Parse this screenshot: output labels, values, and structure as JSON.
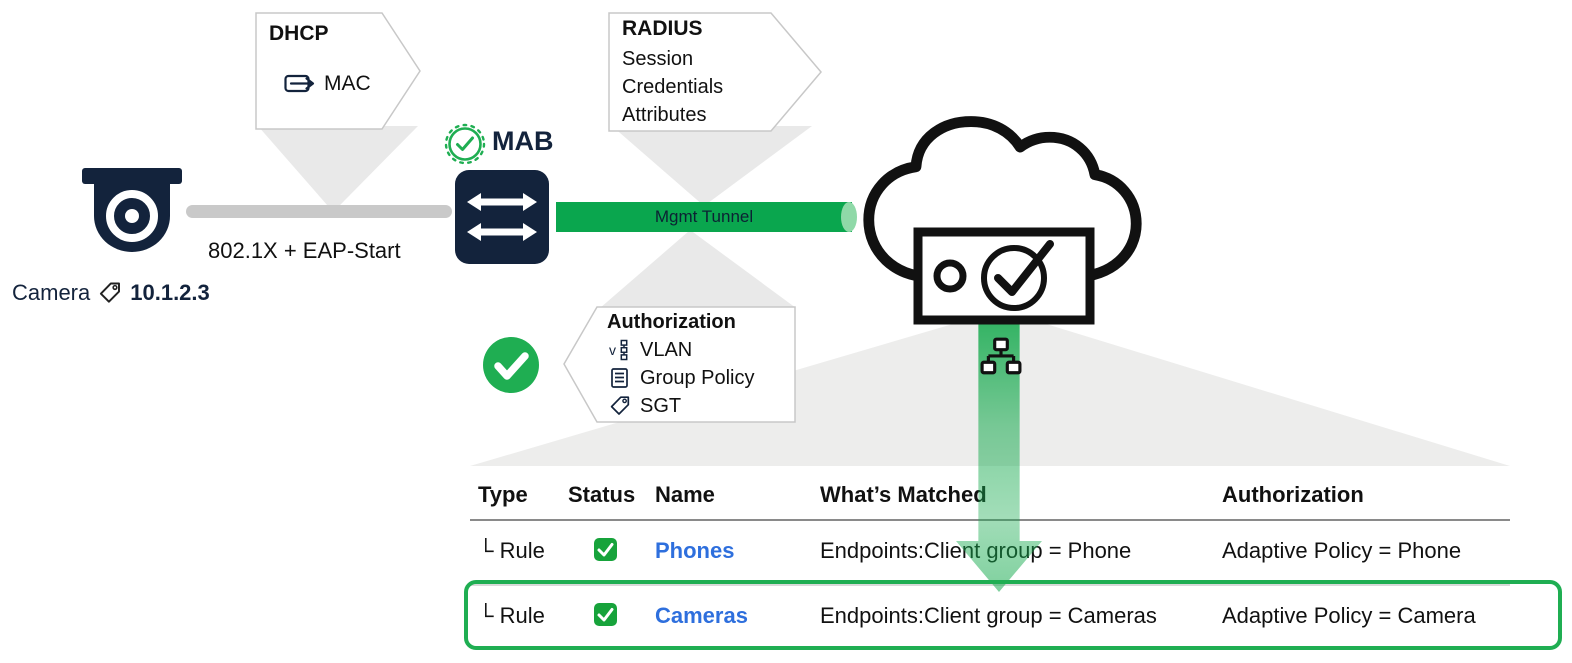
{
  "colors": {
    "navy": "#13233c",
    "green": "#0aa64e",
    "check_green": "#1fae52",
    "status_green": "#17a33b",
    "link_blue": "#2e6fdd",
    "beam_gray": "#e9e9e9",
    "line_gray": "#c9c9c9"
  },
  "camera": {
    "label": "Camera",
    "ip": "10.1.2.3"
  },
  "link": {
    "label": "802.1X + EAP-Start"
  },
  "mab": {
    "label": "MAB"
  },
  "dhcp_callout": {
    "title": "DHCP",
    "item": "MAC"
  },
  "radius_callout": {
    "title": "RADIUS",
    "lines": [
      "Session",
      "Credentials",
      "Attributes"
    ]
  },
  "tunnel": {
    "label": "Mgmt Tunnel"
  },
  "authorization_callout": {
    "title": "Authorization",
    "items": [
      {
        "icon": "vlan-icon",
        "label": "VLAN"
      },
      {
        "icon": "group-policy-icon",
        "label": "Group Policy"
      },
      {
        "icon": "sgt-tag-icon",
        "label": "SGT"
      }
    ]
  },
  "table": {
    "headers": [
      "Type",
      "Status",
      "Name",
      "What’s Matched",
      "Authorization"
    ],
    "row_type_prefix": "└",
    "rows": [
      {
        "type": "Rule",
        "status": "checked",
        "name": "Phones",
        "matched": "Endpoints:Client group = Phone",
        "authorization": "Adaptive Policy = Phone",
        "highlighted": false
      },
      {
        "type": "Rule",
        "status": "checked",
        "name": "Cameras",
        "matched": "Endpoints:Client group = Cameras",
        "authorization": "Adaptive Policy = Camera",
        "highlighted": true
      }
    ]
  }
}
